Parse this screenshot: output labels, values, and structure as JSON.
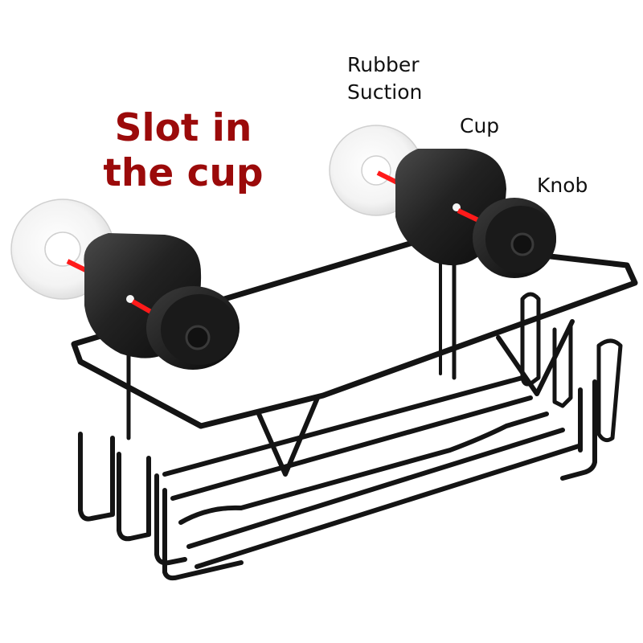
{
  "annotations": {
    "slot_title_line1": "Slot in",
    "slot_title_line2": "the cup",
    "rubber_suction_line1": "Rubber",
    "rubber_suction_line2": "Suction",
    "cup": "Cup",
    "knob": "Knob"
  },
  "colors": {
    "slot_title": "#9b0a0a",
    "slot_rod": "#ff1a1a",
    "metal": "#111111",
    "suction_cup": "#f2f2f2"
  }
}
